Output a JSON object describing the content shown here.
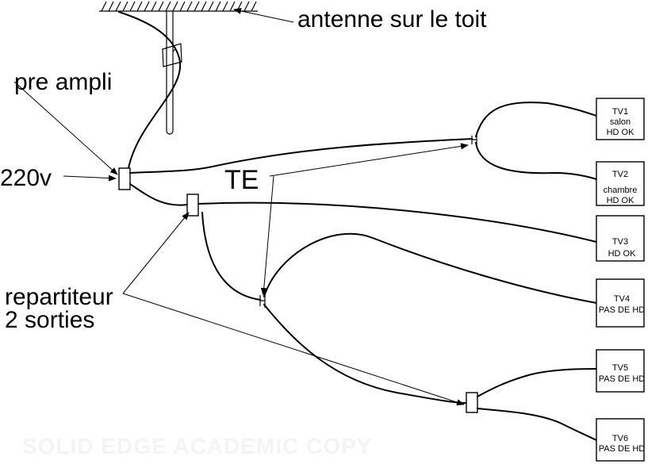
{
  "labels": {
    "antenna": "antenne sur le toit",
    "preamp": "pre ampli",
    "power": "220v",
    "te": "TE",
    "splitter_line1": "repartiteur",
    "splitter_line2": "2 sorties"
  },
  "tvs": [
    {
      "name": "TV1",
      "line2": "salon",
      "line3": "HD OK"
    },
    {
      "name": "TV2",
      "line2": "chambre",
      "line3": "HD OK"
    },
    {
      "name": "TV3",
      "line2": "HD OK",
      "line3": ""
    },
    {
      "name": "TV4",
      "line2": "PAS DE HD",
      "line3": ""
    },
    {
      "name": "TV5",
      "line2": "PAS DE HD",
      "line3": ""
    },
    {
      "name": "TV6",
      "line2": "PAS DE HD",
      "line3": ""
    }
  ],
  "watermark": "SOLID EDGE ACADEMIC COPY"
}
